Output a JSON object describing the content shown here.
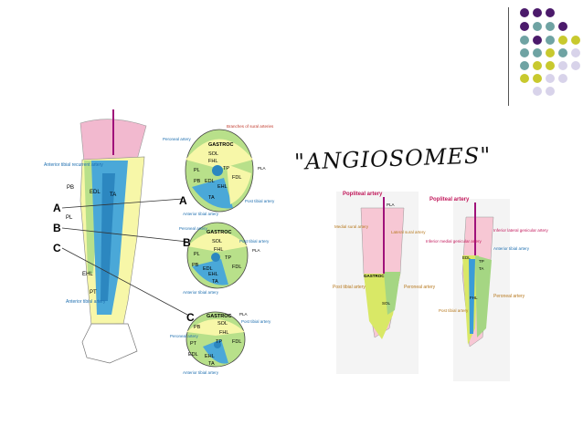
{
  "slide": {
    "title": "\"ANGIOSOMES\"",
    "accent_colors": {
      "purple": "#4b1a6b",
      "teal": "#6fa3a3",
      "olive": "#c8c92e",
      "lavender": "#d8d3ea"
    }
  },
  "left_figure": {
    "labels": {
      "anterior_tibial_recurrent": "Anterior tibial recurrent artery",
      "pb": "PB",
      "edl": "EDL",
      "ta": "TA",
      "pl": "PL",
      "ehl": "EHL",
      "pt": "PT",
      "anterior_tibial_artery": "Anterior tibial artery",
      "a": "A",
      "b": "B",
      "c": "C"
    }
  },
  "cross_sections": {
    "a": {
      "letter": "A",
      "branches": "Branches of sural arteries",
      "peroneal": "Peroneal artery",
      "gastroc": "GASTROC",
      "sol": "SOL",
      "fhl": "FHL",
      "pl": "PL",
      "tp": "TP",
      "pb": "PB",
      "edl": "EDL",
      "ehl": "EHL",
      "fdl": "FDL",
      "ta": "TA",
      "pla": "PLA",
      "post_tibial": "Post tibial artery",
      "anterior_tibial": "Anterior tibial artery"
    },
    "b": {
      "letter": "B",
      "peroneal": "Peroneal artery",
      "gastroc": "GASTROC",
      "sol": "SOL",
      "fhl": "FHL",
      "pl": "PL",
      "tp": "TP",
      "pb": "PB",
      "edl": "EDL",
      "ehl": "EHL",
      "fdl": "FDL",
      "ta": "TA",
      "pla": "PLA",
      "post_tibial": "Post tibial artery",
      "anterior_tibial": "Anterior tibial artery"
    },
    "c": {
      "letter": "C",
      "gastroc": "GASTROC",
      "sol": "SOL",
      "fhl": "FHL",
      "pb": "PB",
      "tp": "TP",
      "edl": "EDL",
      "ehl": "EHL",
      "fdl": "FDL",
      "ta": "TA",
      "pt": "PT",
      "pla": "PLA",
      "post_tibial": "Post tibial artery",
      "peroneal": "Peroneal artery",
      "anterior_tibial": "Anterior tibial artery"
    }
  },
  "posterior_view": {
    "popliteal": "Popliteal artery",
    "pla": "PLA",
    "medial_sural": "Medial sural artery",
    "lateral_sural": "Lateral sural artery",
    "gastroc": "GASTROC",
    "sol": "SOL",
    "post_tibial": "Post tibial artery",
    "peroneal": "Peroneal artery"
  },
  "lateral_view": {
    "popliteal": "Popliteal artery",
    "inferior_lateral": "Inferior lateral genicular artery",
    "inferior_medial": "Inferior medial genicular artery",
    "edl": "EDL",
    "tp": "TP",
    "ta": "TA",
    "anterior_tibial": "Anterior tibial artery",
    "fhl": "FHL",
    "peroneal": "Peroneal artery",
    "post_tibial": "Post tibial artery"
  }
}
